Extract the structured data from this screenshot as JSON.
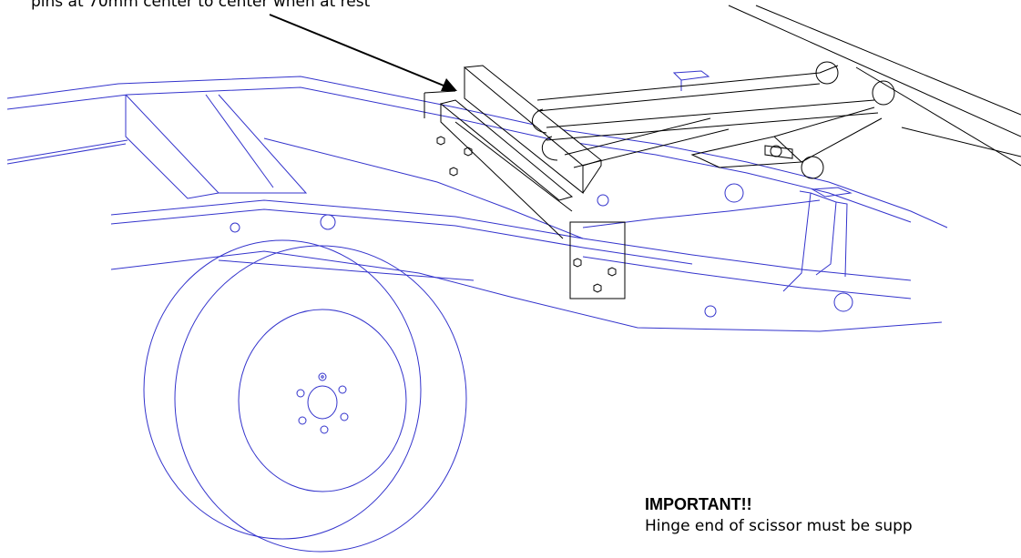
{
  "callout": {
    "text": "pins at 70mm center to center when at rest"
  },
  "notice": {
    "title": "IMPORTANT!!",
    "body": "Hinge end of scissor must be supp"
  },
  "colors": {
    "frame_lines": "#3333cc",
    "mechanism_lines": "#000000",
    "background": "#ffffff"
  }
}
